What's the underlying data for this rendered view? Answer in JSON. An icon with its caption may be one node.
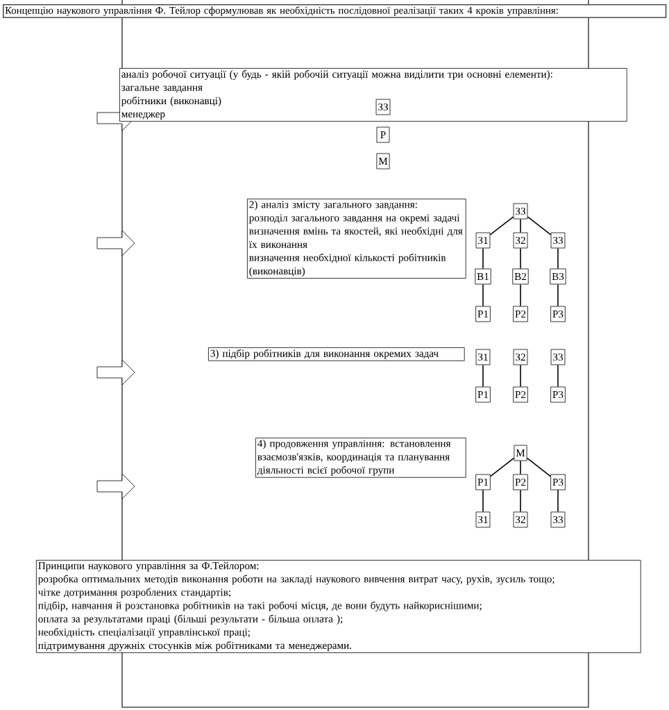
{
  "diagram": {
    "nodes": [
      {
        "text": [
          "Концепцію наукового управління Ф. Тейлор сформулював як необхідність послідовної реалізації таких 4 кроків управління:"
        ]
      },
      {
        "text": [
          "аналіз робочої ситуації (у будь - якій робочій ситуації можна виділити три основні елементи):",
          "загальне завдання",
          "робітники (виконавці)",
          "менеджер"
        ]
      },
      {
        "text": [
          "ЗЗ"
        ],
        "in": 1
      },
      {
        "text": [
          "Р"
        ]
      },
      {
        "text": [
          "М"
        ]
      },
      {
        "text": [
          "2) аналіз змісту загального завдання:",
          "розподіл загального завдання на окремі задачі",
          "визначення вмінь та якостей, які необхідні для їх виконання",
          "визначення необхідної кількості робітників (виконавців)"
        ]
      },
      {
        "text": [
          "ЗЗ"
        ]
      },
      {
        "text": [
          "З1"
        ]
      },
      {
        "text": [
          "З2"
        ]
      },
      {
        "text": [
          "З3"
        ]
      },
      {
        "text": [
          "В1"
        ]
      },
      {
        "text": [
          "В2"
        ]
      },
      {
        "text": [
          "В3"
        ]
      },
      {
        "text": [
          "Р1"
        ]
      },
      {
        "text": [
          "Р2"
        ]
      },
      {
        "text": [
          "Р3"
        ]
      },
      {
        "text": [
          "3) підбір робітників для виконання окремих задач"
        ]
      },
      {
        "text": [
          "З1"
        ]
      },
      {
        "text": [
          "З2"
        ]
      },
      {
        "text": [
          "З3"
        ]
      },
      {
        "text": [
          "Р1"
        ]
      },
      {
        "text": [
          "Р2"
        ]
      },
      {
        "text": [
          "Р3"
        ]
      },
      {
        "text": [
          "4) продовження управління: встановлення взаємозв'язків, координація та планування діяльності всієї робочої групи"
        ]
      },
      {
        "text": [
          "М"
        ]
      },
      {
        "text": [
          "Р1"
        ]
      },
      {
        "text": [
          "Р2"
        ]
      },
      {
        "text": [
          "Р3"
        ]
      },
      {
        "text": [
          "З1"
        ]
      },
      {
        "text": [
          "З2"
        ]
      },
      {
        "text": [
          "З3"
        ]
      },
      {
        "text": [
          "Принципи наукового управління за Ф.Тейлором:",
          "розробка оптимальних методів виконання роботи на закладі наукового вивчення витрат часу, рухів, зусиль тощо;",
          "чітке дотримання розроблених стандартів;",
          "підбір, навчання й розстановка робітників на такі робочі місця, де вони будуть найкориснішими;",
          "оплата за результатами праці (більші результати - більша оплата );",
          "необхідність спеціалізації управлінської праці;",
          "підтримування дружніх стосунків між робітниками та менеджерами."
        ]
      }
    ],
    "edges": [
      {
        "from": 6,
        "to": 7,
        "arrow": "none"
      },
      {
        "from": 6,
        "to": 8,
        "arrow": "none"
      },
      {
        "from": 6,
        "to": 9,
        "arrow": "none"
      },
      {
        "from": 7,
        "to": 10,
        "arrow": "none"
      },
      {
        "from": 8,
        "to": 11,
        "arrow": "none"
      },
      {
        "from": 9,
        "to": 12,
        "arrow": "none"
      },
      {
        "from": 10,
        "to": 13,
        "arrow": "none"
      },
      {
        "from": 11,
        "to": 14,
        "arrow": "none"
      },
      {
        "from": 12,
        "to": 15,
        "arrow": "none"
      },
      {
        "from": 17,
        "to": 20,
        "arrow": "none"
      },
      {
        "from": 18,
        "to": 21,
        "arrow": "none"
      },
      {
        "from": 19,
        "to": 22,
        "arrow": "none"
      },
      {
        "from": 24,
        "to": 25,
        "arrow": "none"
      },
      {
        "from": 24,
        "to": 26,
        "arrow": "none"
      },
      {
        "from": 24,
        "to": 27,
        "arrow": "none"
      },
      {
        "from": 25,
        "to": 28,
        "arrow": "none"
      },
      {
        "from": 26,
        "to": 29,
        "arrow": "none"
      },
      {
        "from": 27,
        "to": 30,
        "arrow": "none"
      }
    ]
  }
}
